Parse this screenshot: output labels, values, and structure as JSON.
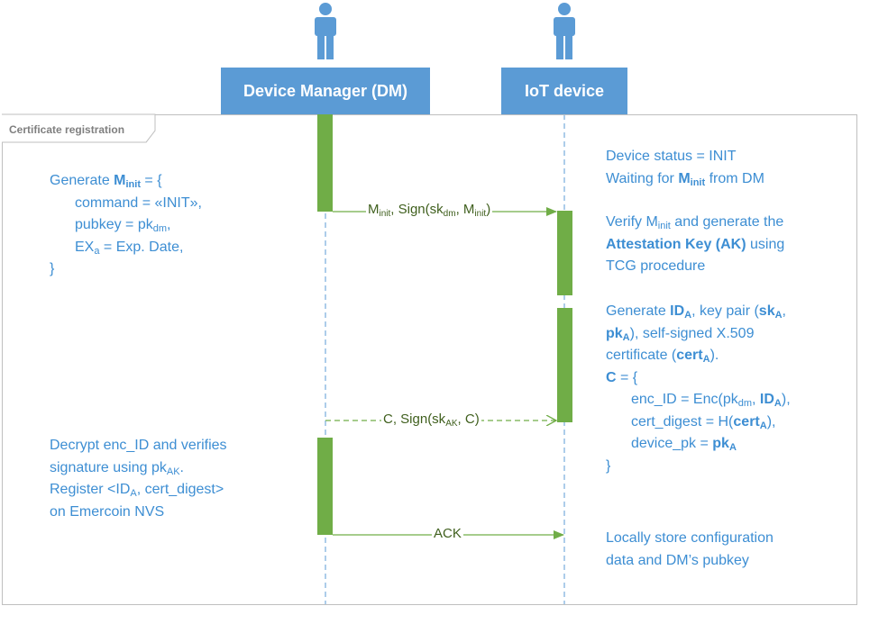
{
  "participants": {
    "dm": "Device Manager (DM)",
    "iot": "IoT device"
  },
  "frame": {
    "label": "Certificate registration"
  },
  "notes": {
    "minit": {
      "l1_pre": "Generate ",
      "l1_bold": "M",
      "l1_sub": "init",
      "l1_post": " = {",
      "l2": "command = «INIT»,",
      "l3_pre": "pubkey = pk",
      "l3_sub": "dm",
      "l3_post": ",",
      "l4_pre": "EX",
      "l4_sub": "a",
      "l4_post": " = Exp. Date,",
      "l5": "}"
    },
    "status": {
      "l1": "Device status = INIT",
      "l2_pre": "Waiting for ",
      "l2_bold": "M",
      "l2_sub": "init",
      "l2_post": " from DM"
    },
    "verify": {
      "l1_pre": "Verify M",
      "l1_sub": "init",
      "l1_post": " and generate the",
      "l2_bold": "Attestation Key (AK)",
      "l2_post": " using",
      "l3": "TCG procedure"
    },
    "gen": {
      "l1_pre": "Generate ",
      "l1_bold": "ID",
      "l1_sub": "A",
      "l1_mid": ", key pair (",
      "l1_bold2": "sk",
      "l1_sub2": "A",
      "l1_post": ",",
      "l2_bold": "pk",
      "l2_sub": "A",
      "l2_post": "), self-signed X.509",
      "l3_pre": "certificate (",
      "l3_bold": "cert",
      "l3_sub": "A",
      "l3_post": ").",
      "l4_bold": "C",
      "l4_post": " = {",
      "l5_pre": "enc_ID = Enc(pk",
      "l5_sub": "dm",
      "l5_mid": ", ",
      "l5_bold": "ID",
      "l5_sub2": "A",
      "l5_post": "),",
      "l6_pre": "cert_digest = H(",
      "l6_bold": "cert",
      "l6_sub": "A",
      "l6_post": "),",
      "l7_pre": "device_pk = ",
      "l7_bold": "pk",
      "l7_sub": "A",
      "l8": "}"
    },
    "decrypt": {
      "l1": "Decrypt enc_ID and verifies",
      "l2_pre": "signature using pk",
      "l2_sub": "AK",
      "l2_post": ".",
      "l3_pre": "Register <ID",
      "l3_sub": "A",
      "l3_post": ", cert_digest>",
      "l4": "on Emercoin NVS"
    },
    "store": {
      "l1": "Locally store configuration",
      "l2": "data and DM’s pubkey"
    }
  },
  "messages": {
    "m1": {
      "a": "M",
      "a_sub": "init",
      "b": ",  Sign(sk",
      "b_sub": "dm",
      "c": ", M",
      "c_sub": "init",
      "d": ")"
    },
    "m2": {
      "a": "C,  Sign(sk",
      "a_sub": "AK",
      "b": ", C)"
    },
    "m3": {
      "a": "ACK"
    }
  },
  "colors": {
    "actor": "#5b9bd5",
    "text_blue": "#3d8ed3",
    "activation": "#70ad47",
    "message_line": "#70ad47",
    "lifeline": "#5b9bd5",
    "frame": "#bfbfbf"
  }
}
